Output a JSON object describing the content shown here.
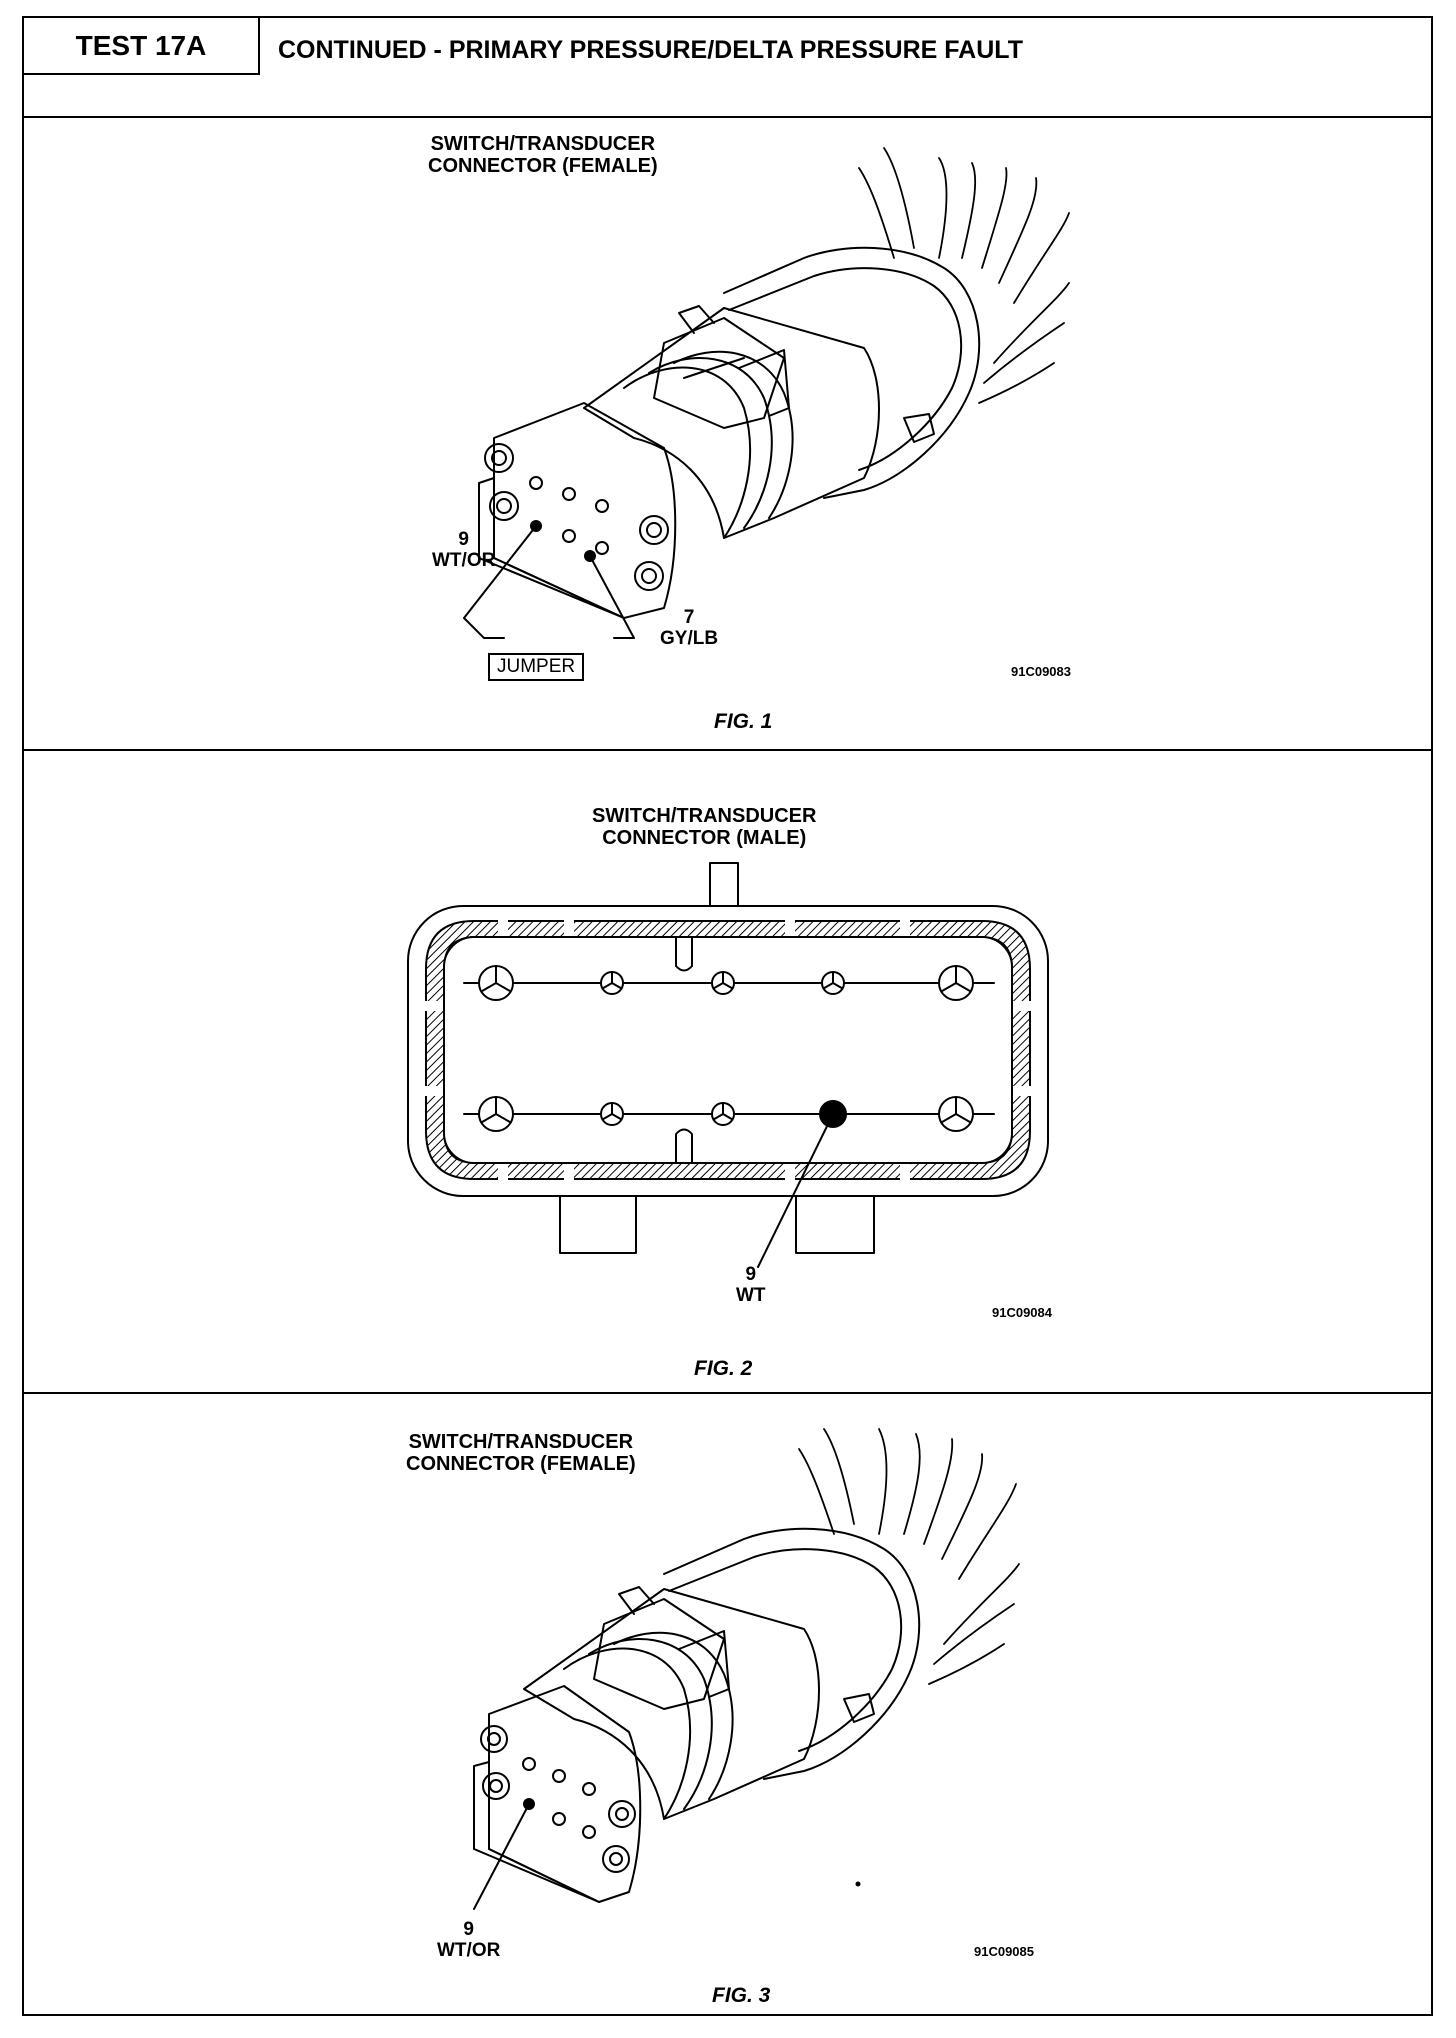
{
  "header": {
    "test_label": "TEST 17A",
    "title": "CONTINUED - PRIMARY PRESSURE/DELTA PRESSURE FAULT"
  },
  "figures": [
    {
      "title_line1": "SWITCH/TRANSDUCER",
      "title_line2": "CONNECTOR (FEMALE)",
      "pin_a_number": "9",
      "pin_a_color": "WT/OR",
      "pin_b_number": "7",
      "pin_b_color": "GY/LB",
      "jumper_label": "JUMPER",
      "code": "91C09083",
      "caption": "FIG. 1"
    },
    {
      "title_line1": "SWITCH/TRANSDUCER",
      "title_line2": "CONNECTOR (MALE)",
      "pin_number": "9",
      "pin_color": "WT",
      "code": "91C09084",
      "caption": "FIG. 2"
    },
    {
      "title_line1": "SWITCH/TRANSDUCER",
      "title_line2": "CONNECTOR (FEMALE)",
      "pin_number": "9",
      "pin_color": "WT/OR",
      "code": "91C09085",
      "caption": "FIG. 3"
    }
  ]
}
